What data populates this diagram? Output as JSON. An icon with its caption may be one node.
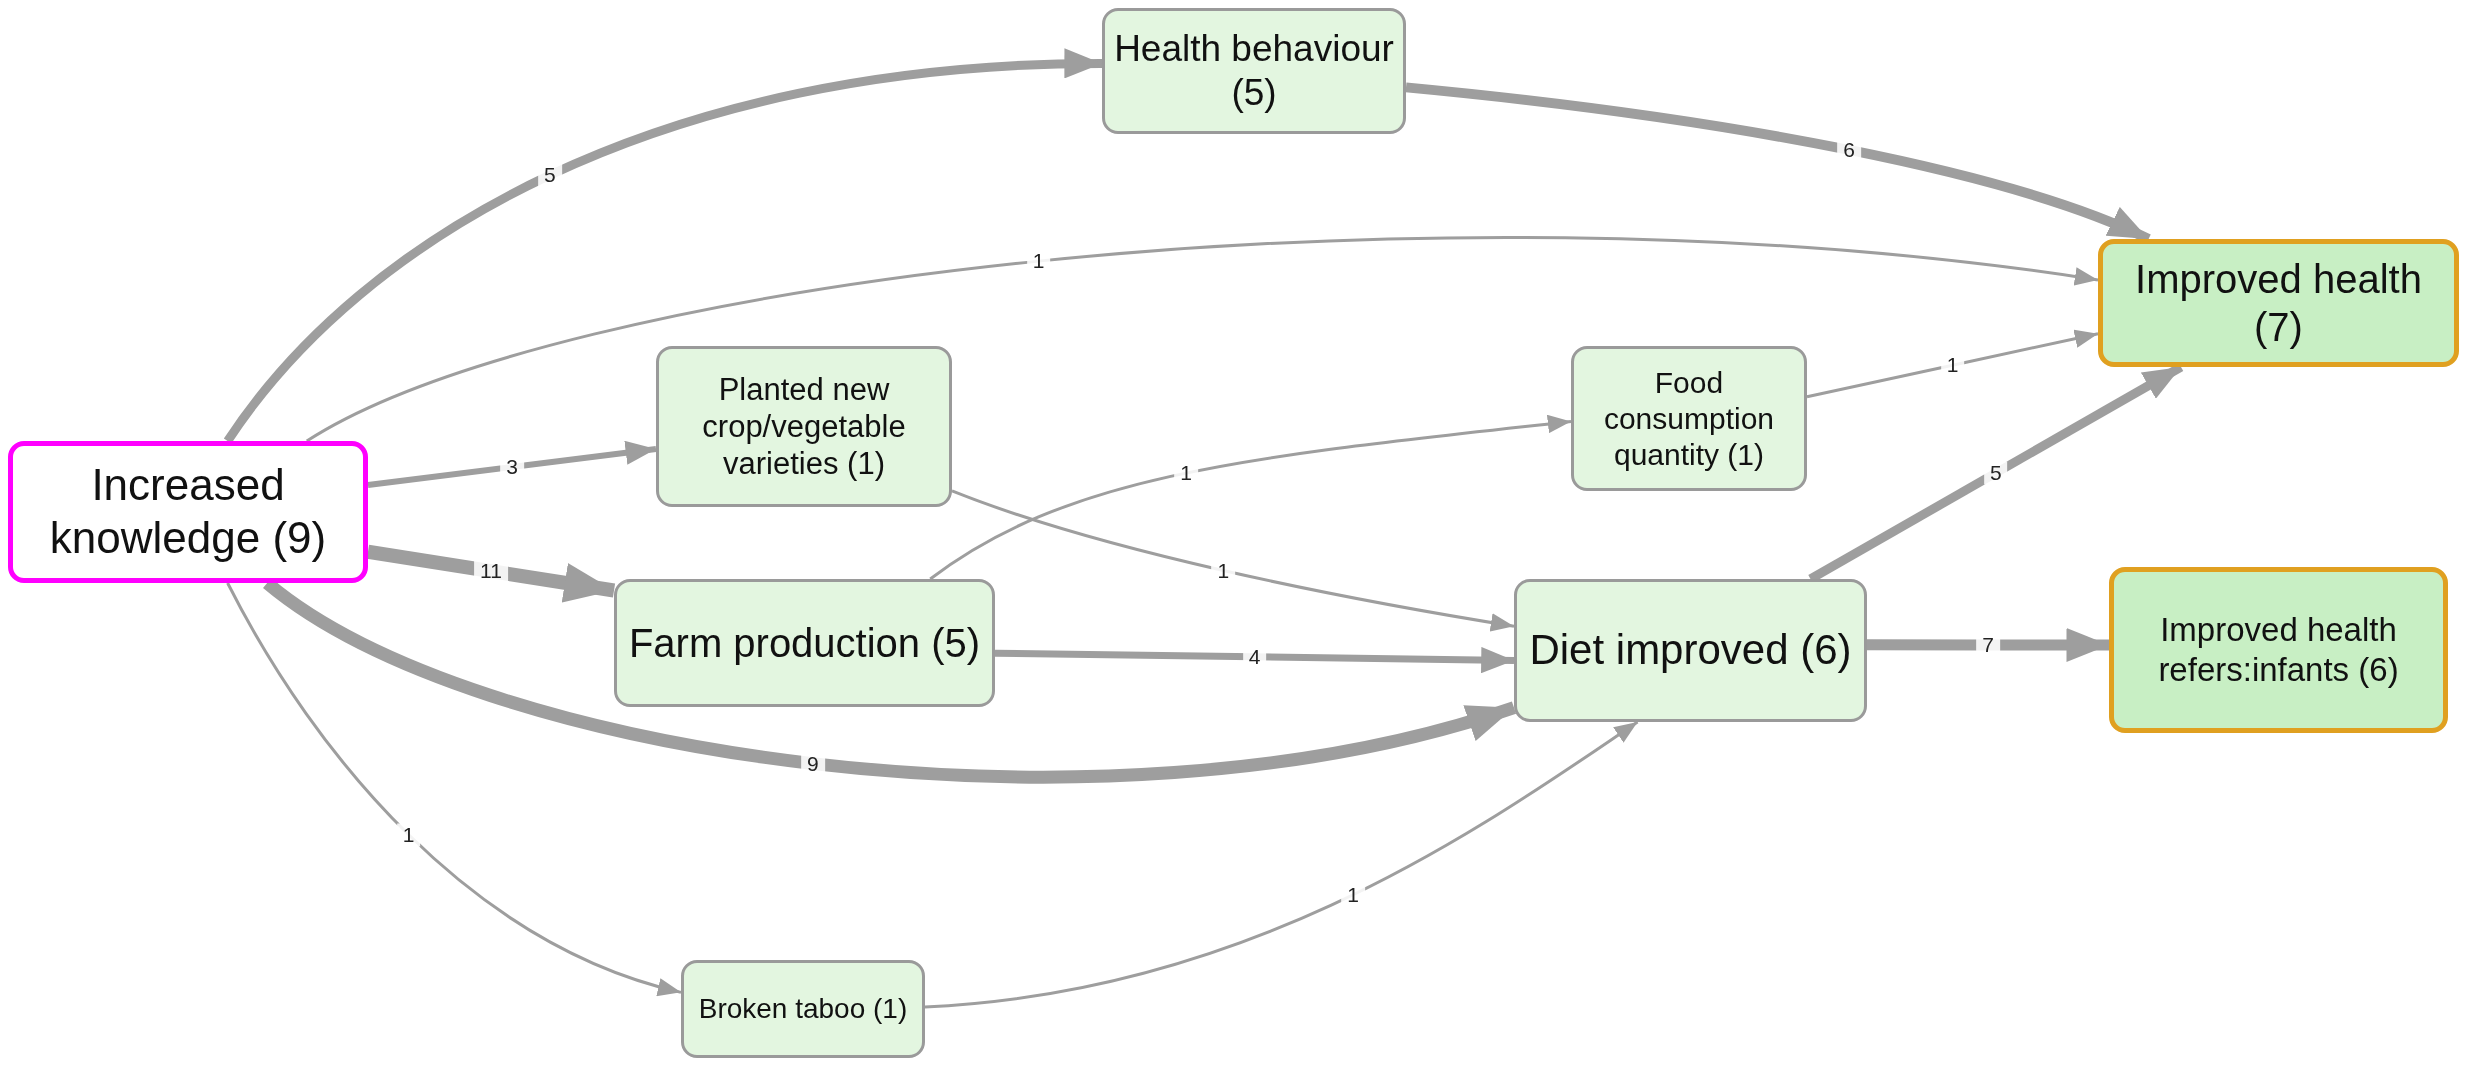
{
  "diagram": {
    "nodes": [
      {
        "text": [
          "Increased knowledge (9)"
        ]
      },
      {
        "text": [
          "Health behaviour (5)"
        ]
      },
      {
        "text": [
          "Improved health (7)"
        ]
      },
      {
        "text": [
          "Planted new crop/vegetable varieties (1)"
        ]
      },
      {
        "text": [
          "Food consumption quantity (1)"
        ]
      },
      {
        "text": [
          "Farm production (5)"
        ]
      },
      {
        "text": [
          "Diet improved (6)"
        ]
      },
      {
        "text": [
          "Improved health refers:infants (6)"
        ]
      },
      {
        "text": [
          "Broken taboo (1)"
        ]
      }
    ],
    "edges": [
      {
        "from": 0,
        "to": 1,
        "arrow": "to",
        "label": "5"
      },
      {
        "from": 1,
        "to": 2,
        "arrow": "to",
        "label": "6"
      },
      {
        "from": 0,
        "to": 2,
        "arrow": "to",
        "label": "1"
      },
      {
        "from": 0,
        "to": 3,
        "arrow": "to",
        "label": "3"
      },
      {
        "from": 0,
        "to": 5,
        "arrow": "to",
        "label": "11",
        "style": "thick"
      },
      {
        "from": 0,
        "to": 6,
        "arrow": "to",
        "label": "9",
        "style": "thick"
      },
      {
        "from": 0,
        "to": 8,
        "arrow": "to",
        "label": "1"
      },
      {
        "from": 3,
        "to": 6,
        "arrow": "to",
        "label": "1"
      },
      {
        "from": 5,
        "to": 4,
        "arrow": "to",
        "label": "1"
      },
      {
        "from": 5,
        "to": 6,
        "arrow": "to",
        "label": "4"
      },
      {
        "from": 4,
        "to": 2,
        "arrow": "to",
        "label": "1"
      },
      {
        "from": 6,
        "to": 2,
        "arrow": "to",
        "label": "5"
      },
      {
        "from": 6,
        "to": 7,
        "arrow": "to",
        "label": "7",
        "style": "thick"
      },
      {
        "from": 8,
        "to": 6,
        "arrow": "to",
        "label": "1"
      }
    ]
  }
}
